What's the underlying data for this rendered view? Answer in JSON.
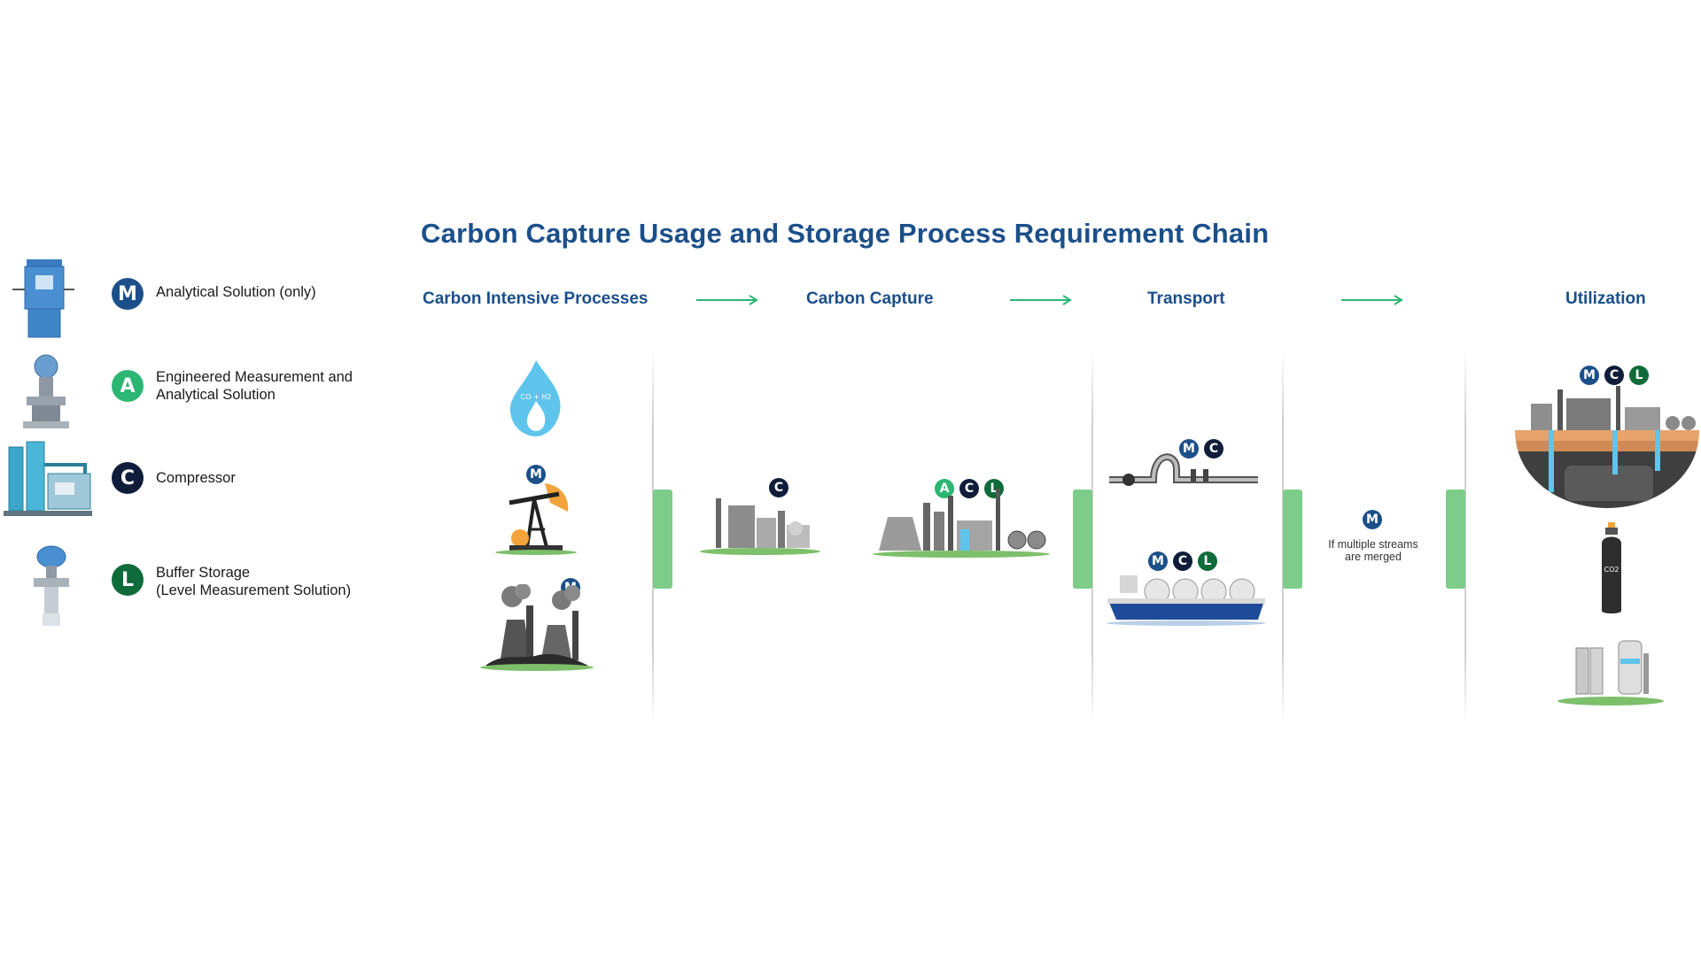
{
  "title": "Carbon Capture Usage and Storage Process Requirement Chain",
  "legend": [
    {
      "code": "M",
      "label": "Analytical Solution (only)",
      "device_icon": "analyzer-cabinet-icon"
    },
    {
      "code": "A",
      "label": "Engineered Measurement and Analytical Solution",
      "device_icon": "flow-transmitter-icon"
    },
    {
      "code": "C",
      "label": "Compressor",
      "device_icon": "compressor-skid-icon"
    },
    {
      "code": "L",
      "label": "Buffer Storage (Level Measurement Solution)",
      "device_icon": "level-transmitter-icon"
    }
  ],
  "legend_lines": {
    "A1": "Engineered Measurement and",
    "A2": "Analytical Solution",
    "L1": "Buffer Storage",
    "L2": "(Level Measurement Solution)"
  },
  "stages": [
    {
      "name": "Carbon Intensive Processes"
    },
    {
      "name": "Carbon Capture"
    },
    {
      "name": "Transport"
    },
    {
      "name": "Utilization"
    }
  ],
  "badge_codes": {
    "M": "M",
    "A": "A",
    "C": "C",
    "L": "L"
  },
  "flame_text": "CO + H2",
  "cylinder_text": "CO2",
  "merge_note": {
    "line1": "If multiple streams",
    "line2": "are merged"
  },
  "colors": {
    "title": "#1b4f8a",
    "M": "#1b4f8a",
    "A": "#2bb673",
    "C": "#101d3a",
    "L": "#0f6b3a",
    "arrow": "#2bb673",
    "tab": "#7dcc8a",
    "flame": "#5ec4ec"
  }
}
